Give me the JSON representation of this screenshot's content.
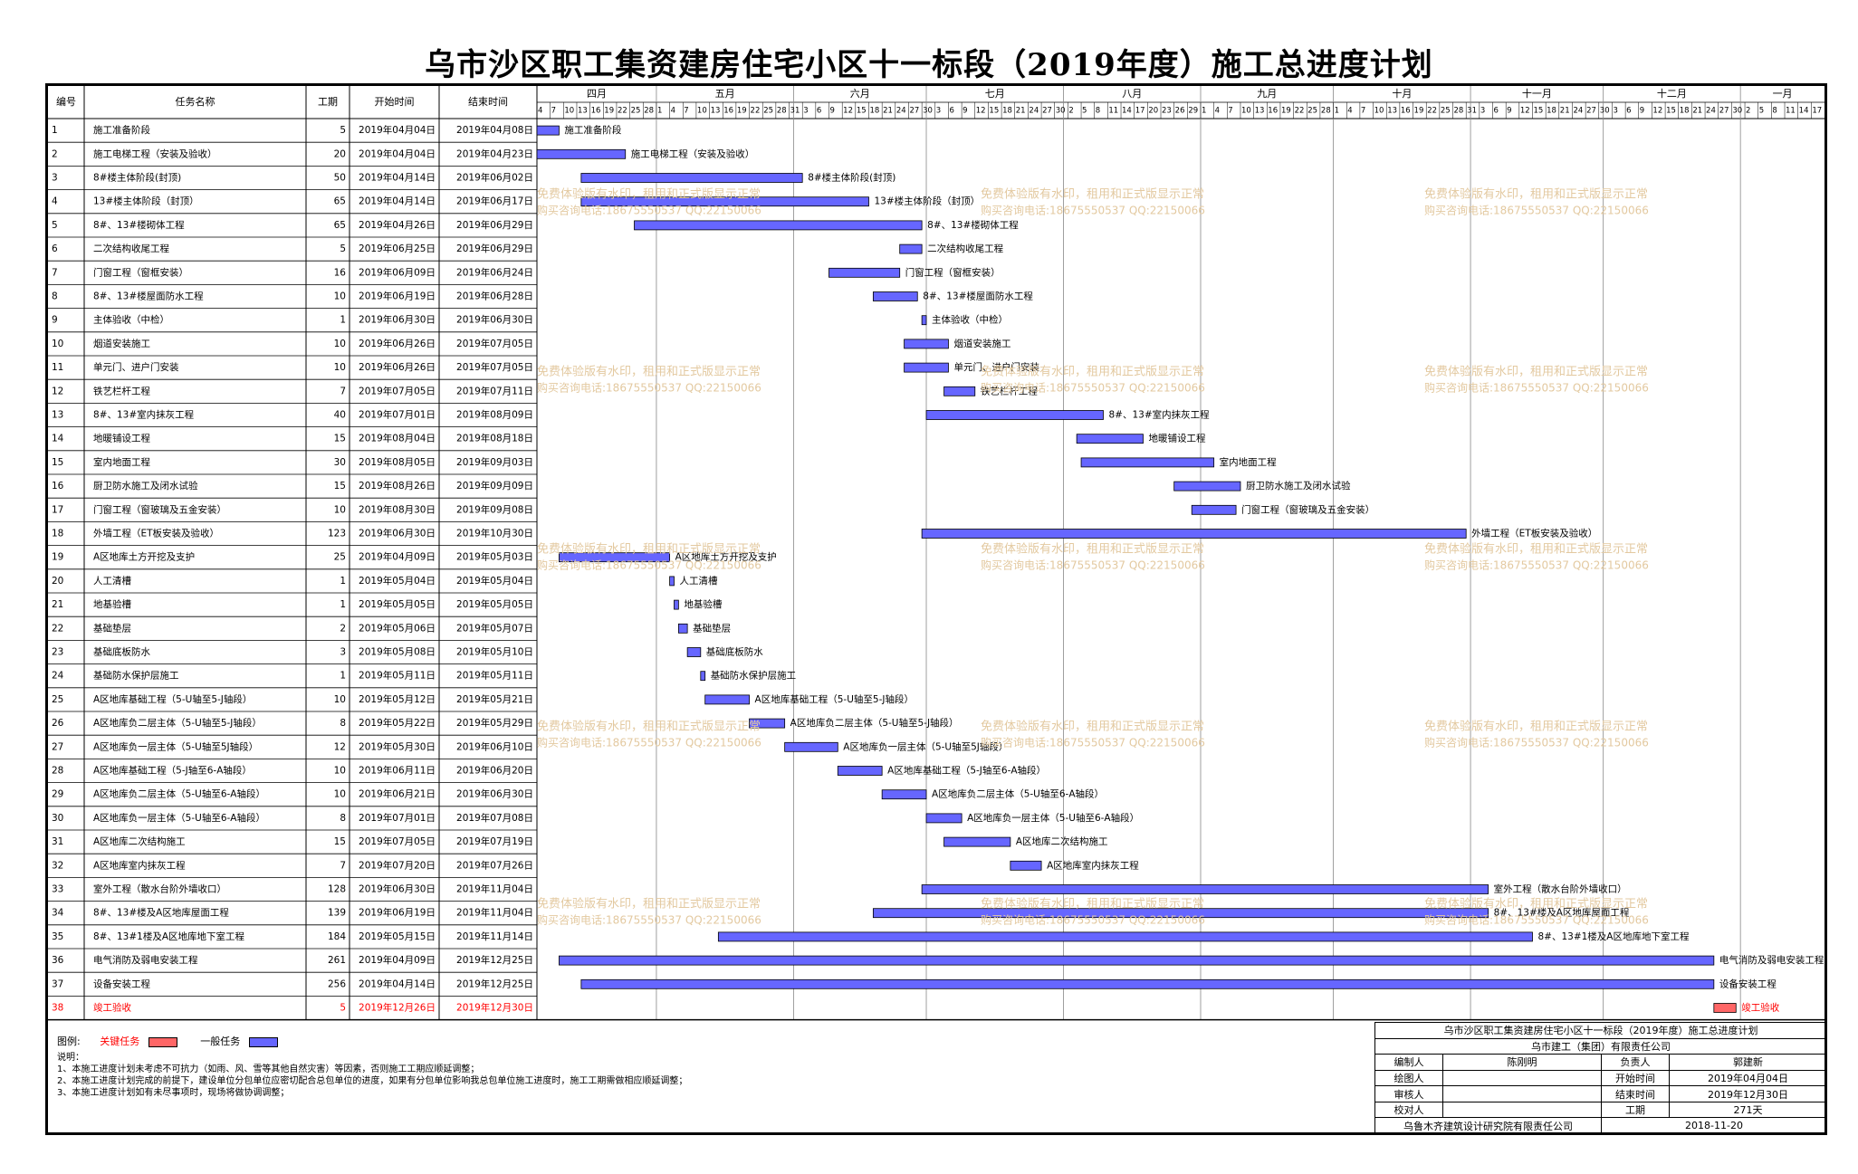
{
  "title": "乌市沙区职工集资建房住宅小区十一标段（2019年度）施工总进度计划",
  "headers": [
    "编号",
    "任务名称",
    "工期",
    "开始时间",
    "结束时间"
  ],
  "colors": {
    "normal_bar": "#6666ff",
    "critical_bar": "#ff6666",
    "critical_text": "#ff0000",
    "watermark": "#e3c9a0"
  },
  "chart_data": {
    "type": "gantt",
    "axis_start": "2019-04-04",
    "axis_end": "2020-01-20",
    "months": [
      {
        "label": "四月",
        "start": "2019-04-04",
        "end": "2019-05-01"
      },
      {
        "label": "五月",
        "start": "2019-05-01",
        "end": "2019-06-01"
      },
      {
        "label": "六月",
        "start": "2019-06-01",
        "end": "2019-07-01"
      },
      {
        "label": "七月",
        "start": "2019-07-01",
        "end": "2019-08-01"
      },
      {
        "label": "八月",
        "start": "2019-08-01",
        "end": "2019-09-01"
      },
      {
        "label": "九月",
        "start": "2019-09-01",
        "end": "2019-10-01"
      },
      {
        "label": "十月",
        "start": "2019-10-01",
        "end": "2019-11-01"
      },
      {
        "label": "十一月",
        "start": "2019-11-01",
        "end": "2019-12-01"
      },
      {
        "label": "十二月",
        "start": "2019-12-01",
        "end": "2020-01-01"
      },
      {
        "label": "一月",
        "start": "2020-01-01",
        "end": "2020-01-20"
      }
    ],
    "tasks": [
      {
        "id": "1",
        "name": "施工准备阶段",
        "duration": "5",
        "start": "2019年04月04日",
        "end": "2019年04月08日",
        "s": "2019-04-04",
        "e": "2019-04-08",
        "critical": false
      },
      {
        "id": "2",
        "name": "施工电梯工程（安装及验收）",
        "duration": "20",
        "start": "2019年04月04日",
        "end": "2019年04月23日",
        "s": "2019-04-04",
        "e": "2019-04-23",
        "critical": false
      },
      {
        "id": "3",
        "name": "8#楼主体阶段(封顶)",
        "duration": "50",
        "start": "2019年04月14日",
        "end": "2019年06月02日",
        "s": "2019-04-14",
        "e": "2019-06-02",
        "critical": false
      },
      {
        "id": "4",
        "name": "13#楼主体阶段（封顶）",
        "duration": "65",
        "start": "2019年04月14日",
        "end": "2019年06月17日",
        "s": "2019-04-14",
        "e": "2019-06-17",
        "critical": false
      },
      {
        "id": "5",
        "name": "8#、13#楼砌体工程",
        "duration": "65",
        "start": "2019年04月26日",
        "end": "2019年06月29日",
        "s": "2019-04-26",
        "e": "2019-06-29",
        "critical": false
      },
      {
        "id": "6",
        "name": "二次结构收尾工程",
        "duration": "5",
        "start": "2019年06月25日",
        "end": "2019年06月29日",
        "s": "2019-06-25",
        "e": "2019-06-29",
        "critical": false
      },
      {
        "id": "7",
        "name": "门窗工程（窗框安装）",
        "duration": "16",
        "start": "2019年06月09日",
        "end": "2019年06月24日",
        "s": "2019-06-09",
        "e": "2019-06-24",
        "critical": false
      },
      {
        "id": "8",
        "name": "8#、13#楼屋面防水工程",
        "duration": "10",
        "start": "2019年06月19日",
        "end": "2019年06月28日",
        "s": "2019-06-19",
        "e": "2019-06-28",
        "critical": false
      },
      {
        "id": "9",
        "name": "主体验收（中检）",
        "duration": "1",
        "start": "2019年06月30日",
        "end": "2019年06月30日",
        "s": "2019-06-30",
        "e": "2019-06-30",
        "critical": false
      },
      {
        "id": "10",
        "name": "烟道安装施工",
        "duration": "10",
        "start": "2019年06月26日",
        "end": "2019年07月05日",
        "s": "2019-06-26",
        "e": "2019-07-05",
        "critical": false
      },
      {
        "id": "11",
        "name": "单元门、进户门安装",
        "duration": "10",
        "start": "2019年06月26日",
        "end": "2019年07月05日",
        "s": "2019-06-26",
        "e": "2019-07-05",
        "critical": false
      },
      {
        "id": "12",
        "name": "铁艺栏杆工程",
        "duration": "7",
        "start": "2019年07月05日",
        "end": "2019年07月11日",
        "s": "2019-07-05",
        "e": "2019-07-11",
        "critical": false
      },
      {
        "id": "13",
        "name": "8#、13#室内抹灰工程",
        "duration": "40",
        "start": "2019年07月01日",
        "end": "2019年08月09日",
        "s": "2019-07-01",
        "e": "2019-08-09",
        "critical": false
      },
      {
        "id": "14",
        "name": "地暖铺设工程",
        "duration": "15",
        "start": "2019年08月04日",
        "end": "2019年08月18日",
        "s": "2019-08-04",
        "e": "2019-08-18",
        "critical": false
      },
      {
        "id": "15",
        "name": "室内地面工程",
        "duration": "30",
        "start": "2019年08月05日",
        "end": "2019年09月03日",
        "s": "2019-08-05",
        "e": "2019-09-03",
        "critical": false
      },
      {
        "id": "16",
        "name": "厨卫防水施工及闭水试验",
        "duration": "15",
        "start": "2019年08月26日",
        "end": "2019年09月09日",
        "s": "2019-08-26",
        "e": "2019-09-09",
        "critical": false
      },
      {
        "id": "17",
        "name": "门窗工程（窗玻璃及五金安装）",
        "duration": "10",
        "start": "2019年08月30日",
        "end": "2019年09月08日",
        "s": "2019-08-30",
        "e": "2019-09-08",
        "critical": false
      },
      {
        "id": "18",
        "name": "外墙工程（ET板安装及验收）",
        "duration": "123",
        "start": "2019年06月30日",
        "end": "2019年10月30日",
        "s": "2019-06-30",
        "e": "2019-10-30",
        "critical": false
      },
      {
        "id": "19",
        "name": "A区地库土方开挖及支护",
        "duration": "25",
        "start": "2019年04月09日",
        "end": "2019年05月03日",
        "s": "2019-04-09",
        "e": "2019-05-03",
        "critical": false
      },
      {
        "id": "20",
        "name": "人工清槽",
        "duration": "1",
        "start": "2019年05月04日",
        "end": "2019年05月04日",
        "s": "2019-05-04",
        "e": "2019-05-04",
        "critical": false
      },
      {
        "id": "21",
        "name": "地基验槽",
        "duration": "1",
        "start": "2019年05月05日",
        "end": "2019年05月05日",
        "s": "2019-05-05",
        "e": "2019-05-05",
        "critical": false
      },
      {
        "id": "22",
        "name": "基础垫层",
        "duration": "2",
        "start": "2019年05月06日",
        "end": "2019年05月07日",
        "s": "2019-05-06",
        "e": "2019-05-07",
        "critical": false
      },
      {
        "id": "23",
        "name": "基础底板防水",
        "duration": "3",
        "start": "2019年05月08日",
        "end": "2019年05月10日",
        "s": "2019-05-08",
        "e": "2019-05-10",
        "critical": false
      },
      {
        "id": "24",
        "name": "基础防水保护层施工",
        "duration": "1",
        "start": "2019年05月11日",
        "end": "2019年05月11日",
        "s": "2019-05-11",
        "e": "2019-05-11",
        "critical": false
      },
      {
        "id": "25",
        "name": "A区地库基础工程（5-U轴至5-J轴段）",
        "duration": "10",
        "start": "2019年05月12日",
        "end": "2019年05月21日",
        "s": "2019-05-12",
        "e": "2019-05-21",
        "critical": false
      },
      {
        "id": "26",
        "name": "A区地库负二层主体（5-U轴至5-J轴段）",
        "duration": "8",
        "start": "2019年05月22日",
        "end": "2019年05月29日",
        "s": "2019-05-22",
        "e": "2019-05-29",
        "critical": false
      },
      {
        "id": "27",
        "name": "A区地库负一层主体（5-U轴至5J轴段）",
        "duration": "12",
        "start": "2019年05月30日",
        "end": "2019年06月10日",
        "s": "2019-05-30",
        "e": "2019-06-10",
        "critical": false
      },
      {
        "id": "28",
        "name": "A区地库基础工程（5-J轴至6-A轴段）",
        "duration": "10",
        "start": "2019年06月11日",
        "end": "2019年06月20日",
        "s": "2019-06-11",
        "e": "2019-06-20",
        "critical": false
      },
      {
        "id": "29",
        "name": "A区地库负二层主体（5-U轴至6-A轴段）",
        "duration": "10",
        "start": "2019年06月21日",
        "end": "2019年06月30日",
        "s": "2019-06-21",
        "e": "2019-06-30",
        "critical": false
      },
      {
        "id": "30",
        "name": "A区地库负一层主体（5-U轴至6-A轴段）",
        "duration": "8",
        "start": "2019年07月01日",
        "end": "2019年07月08日",
        "s": "2019-07-01",
        "e": "2019-07-08",
        "critical": false
      },
      {
        "id": "31",
        "name": "A区地库二次结构施工",
        "duration": "15",
        "start": "2019年07月05日",
        "end": "2019年07月19日",
        "s": "2019-07-05",
        "e": "2019-07-19",
        "critical": false
      },
      {
        "id": "32",
        "name": "A区地库室内抹灰工程",
        "duration": "7",
        "start": "2019年07月20日",
        "end": "2019年07月26日",
        "s": "2019-07-20",
        "e": "2019-07-26",
        "critical": false
      },
      {
        "id": "33",
        "name": "室外工程（散水台阶外墙收口）",
        "duration": "128",
        "start": "2019年06月30日",
        "end": "2019年11月04日",
        "s": "2019-06-30",
        "e": "2019-11-04",
        "critical": false
      },
      {
        "id": "34",
        "name": "8#、13#楼及A区地库屋面工程",
        "duration": "139",
        "start": "2019年06月19日",
        "end": "2019年11月04日",
        "s": "2019-06-19",
        "e": "2019-11-04",
        "critical": false
      },
      {
        "id": "35",
        "name": "8#、13#1楼及A区地库地下室工程",
        "duration": "184",
        "start": "2019年05月15日",
        "end": "2019年11月14日",
        "s": "2019-05-15",
        "e": "2019-11-14",
        "critical": false
      },
      {
        "id": "36",
        "name": "电气消防及弱电安装工程",
        "duration": "261",
        "start": "2019年04月09日",
        "end": "2019年12月25日",
        "s": "2019-04-09",
        "e": "2019-12-25",
        "critical": false
      },
      {
        "id": "37",
        "name": "设备安装工程",
        "duration": "256",
        "start": "2019年04月14日",
        "end": "2019年12月25日",
        "s": "2019-04-14",
        "e": "2019-12-25",
        "critical": false
      },
      {
        "id": "38",
        "name": "竣工验收",
        "duration": "5",
        "start": "2019年12月26日",
        "end": "2019年12月30日",
        "s": "2019-12-26",
        "e": "2019-12-30",
        "critical": true
      }
    ]
  },
  "watermark": {
    "line1": "免费体验版有水印，租用和正式版显示正常",
    "line2": "购买咨询电话:18675550537 QQ:22150066"
  },
  "legend": {
    "label": "图例:",
    "critical": "关键任务",
    "normal": "一般任务"
  },
  "notes": {
    "title": "说明：",
    "items": [
      "1、本施工进度计划未考虑不可抗力（如雨、风、雪等其他自然灾害）等因素，否则施工工期应顺延调整；",
      "2、本施工进度计划完成的前提下，建设单位分包单位应密切配合总包单位的进度，如果有分包单位影响我总包单位施工进度时，施工工期需做相应顺延调整；",
      "3、本施工进度计划如有未尽事项时，现场将做协调调整；"
    ]
  },
  "info": {
    "title": "乌市沙区职工集资建房住宅小区十一标段（2019年度）施工总进度计划",
    "company": "乌市建工（集团）有限责任公司",
    "rows": [
      [
        "编制人",
        "陈刚明",
        "负责人",
        "郭建新"
      ],
      [
        "绘图人",
        "",
        "开始时间",
        "2019年04月04日"
      ],
      [
        "审核人",
        "",
        "结束时间",
        "2019年12月30日"
      ],
      [
        "校对人",
        "",
        "工期",
        "271天"
      ]
    ],
    "footer": [
      "乌鲁木齐建筑设计研究院有限责任公司",
      "2018-11-20"
    ]
  }
}
